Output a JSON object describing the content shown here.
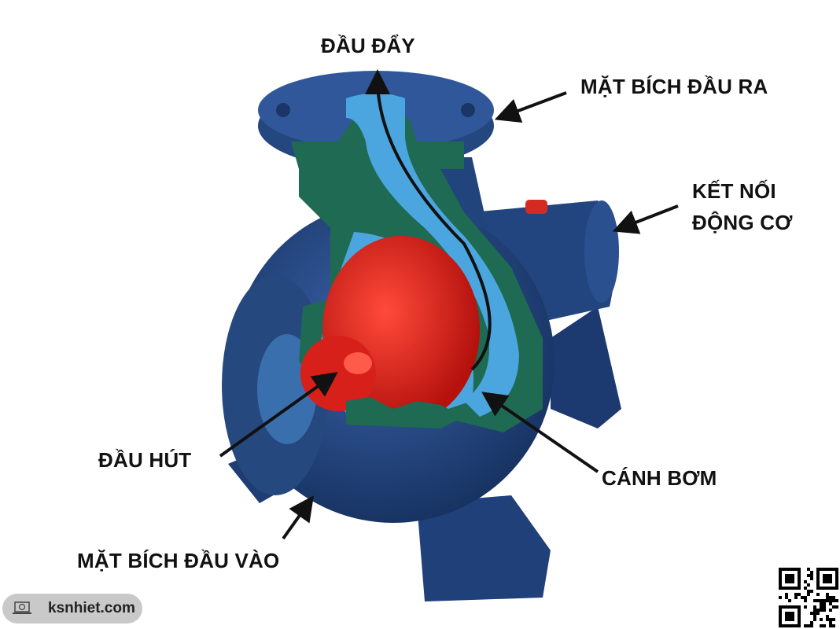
{
  "labels": {
    "discharge": "ĐẦU ĐẨY",
    "outlet_flange": "MẶT BÍCH ĐẦU RA",
    "motor_connection_line1": "KẾT NỐI",
    "motor_connection_line2": "ĐỘNG CƠ",
    "suction": "ĐẦU HÚT",
    "impeller": "CÁNH BƠM",
    "inlet_flange": "MẶT BÍCH ĐẦU VÀO"
  },
  "watermark": {
    "text": "ksnhiet.com",
    "icon": "laptop-globe-icon"
  },
  "colors": {
    "casing": "#22437a",
    "section": "#1e6b52",
    "water": "#4aa3df",
    "impeller": "#e0211c"
  }
}
